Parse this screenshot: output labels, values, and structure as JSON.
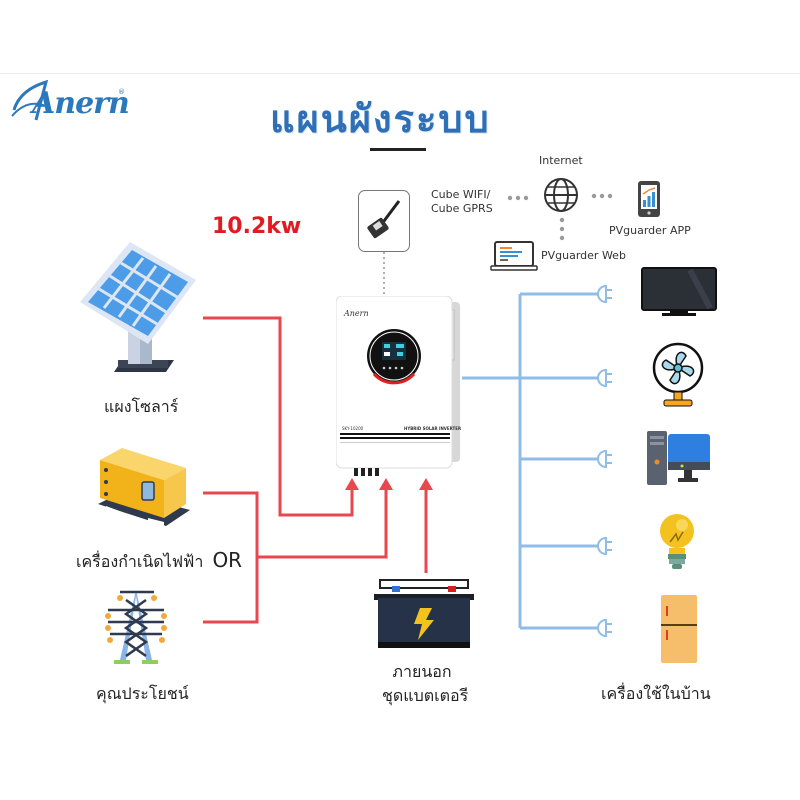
{
  "header": {
    "brand": "Anern",
    "brand_mark": "®",
    "title": "แผนผังระบบ"
  },
  "system": {
    "power_rating": "10.2kw",
    "inverter": {
      "brand": "Anern",
      "model": "SKY-10200",
      "type_label": "HYBRID SOLAR INVERTER"
    }
  },
  "monitoring": {
    "module_label_line1": "Cube WIFI/",
    "module_label_line2": "Cube  GPRS",
    "internet_label": "Internet",
    "app_label": "PVguarder APP",
    "web_label": "PVguarder Web",
    "icons": [
      "wifi-dongle-icon",
      "globe-icon",
      "smartphone-chart-icon",
      "laptop-icon"
    ]
  },
  "sources": [
    {
      "id": "solar",
      "label": "แผงโซลาร์",
      "icon": "solar-panel-icon"
    },
    {
      "id": "generator",
      "label": "เครื่องกำเนิดไฟฟ้า",
      "suffix": "OR",
      "icon": "generator-icon"
    },
    {
      "id": "grid",
      "label": "คุณประโยชน์",
      "icon": "power-tower-icon"
    }
  ],
  "battery": {
    "label_line1": "ภายนอก",
    "label_line2": "ชุดแบตเตอรี",
    "icon": "battery-icon"
  },
  "loads": {
    "label": "เครื่องใช้ในบ้าน",
    "items": [
      {
        "icon": "tv-icon"
      },
      {
        "icon": "fan-icon"
      },
      {
        "icon": "computer-icon"
      },
      {
        "icon": "light-bulb-icon"
      },
      {
        "icon": "refrigerator-icon"
      }
    ]
  },
  "colors": {
    "dc_line": "#e8474f",
    "ac_line": "#8fbde8",
    "brand_blue": "#2b78bd",
    "power_red": "#e11b22"
  }
}
